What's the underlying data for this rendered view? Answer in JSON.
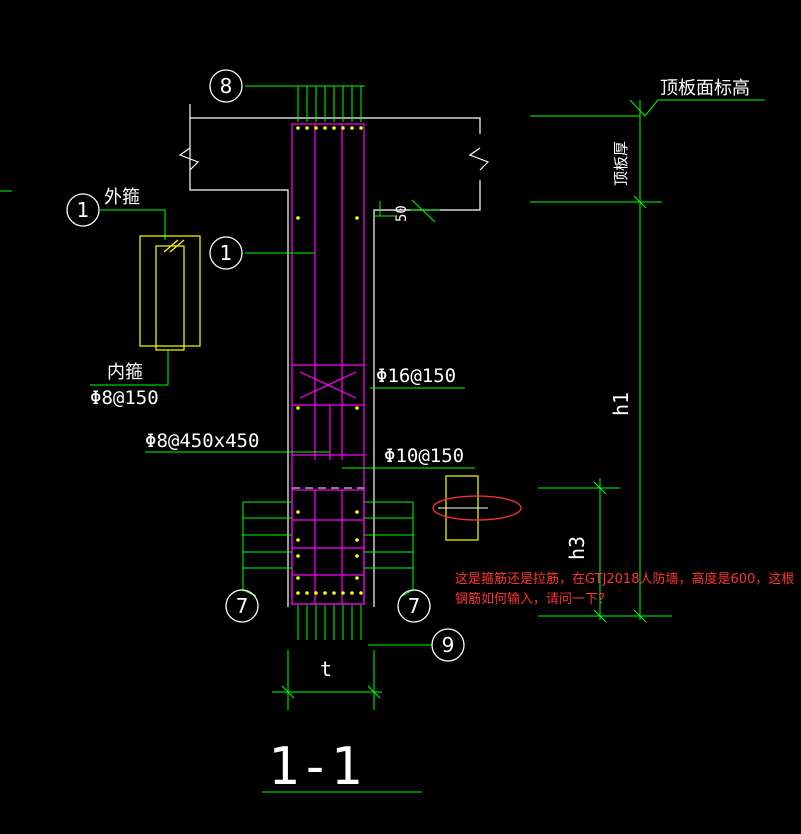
{
  "labels": {
    "top_elevation": "顶板面标高",
    "slab_thickness": "顶板厚",
    "outer_stirrup": "外箍",
    "inner_stirrup": "内箍",
    "inner_stirrup_spec": "Φ8@150",
    "bar_spec_16": "Φ16@150",
    "bar_spec_8": "Φ8@450x450",
    "bar_spec_10": "Φ10@150",
    "dim_50": "50",
    "dim_h1": "h1",
    "dim_h3": "h3",
    "dim_t": "t",
    "section_title": "1-1"
  },
  "callouts": {
    "c1a": "1",
    "c1b": "1",
    "c8": "8",
    "c9": "9",
    "c7a": "7",
    "c7b": "7"
  },
  "note": "这是箍筋还是拉筋，在GTJ2018人防墙，高度是600，这根钢筋如何输入，请问一下？",
  "colors": {
    "background": "#000000",
    "green": "#00ff00",
    "magenta": "#ff00ff",
    "yellow": "#ffff00",
    "white": "#ffffff",
    "red": "#ff3333"
  }
}
